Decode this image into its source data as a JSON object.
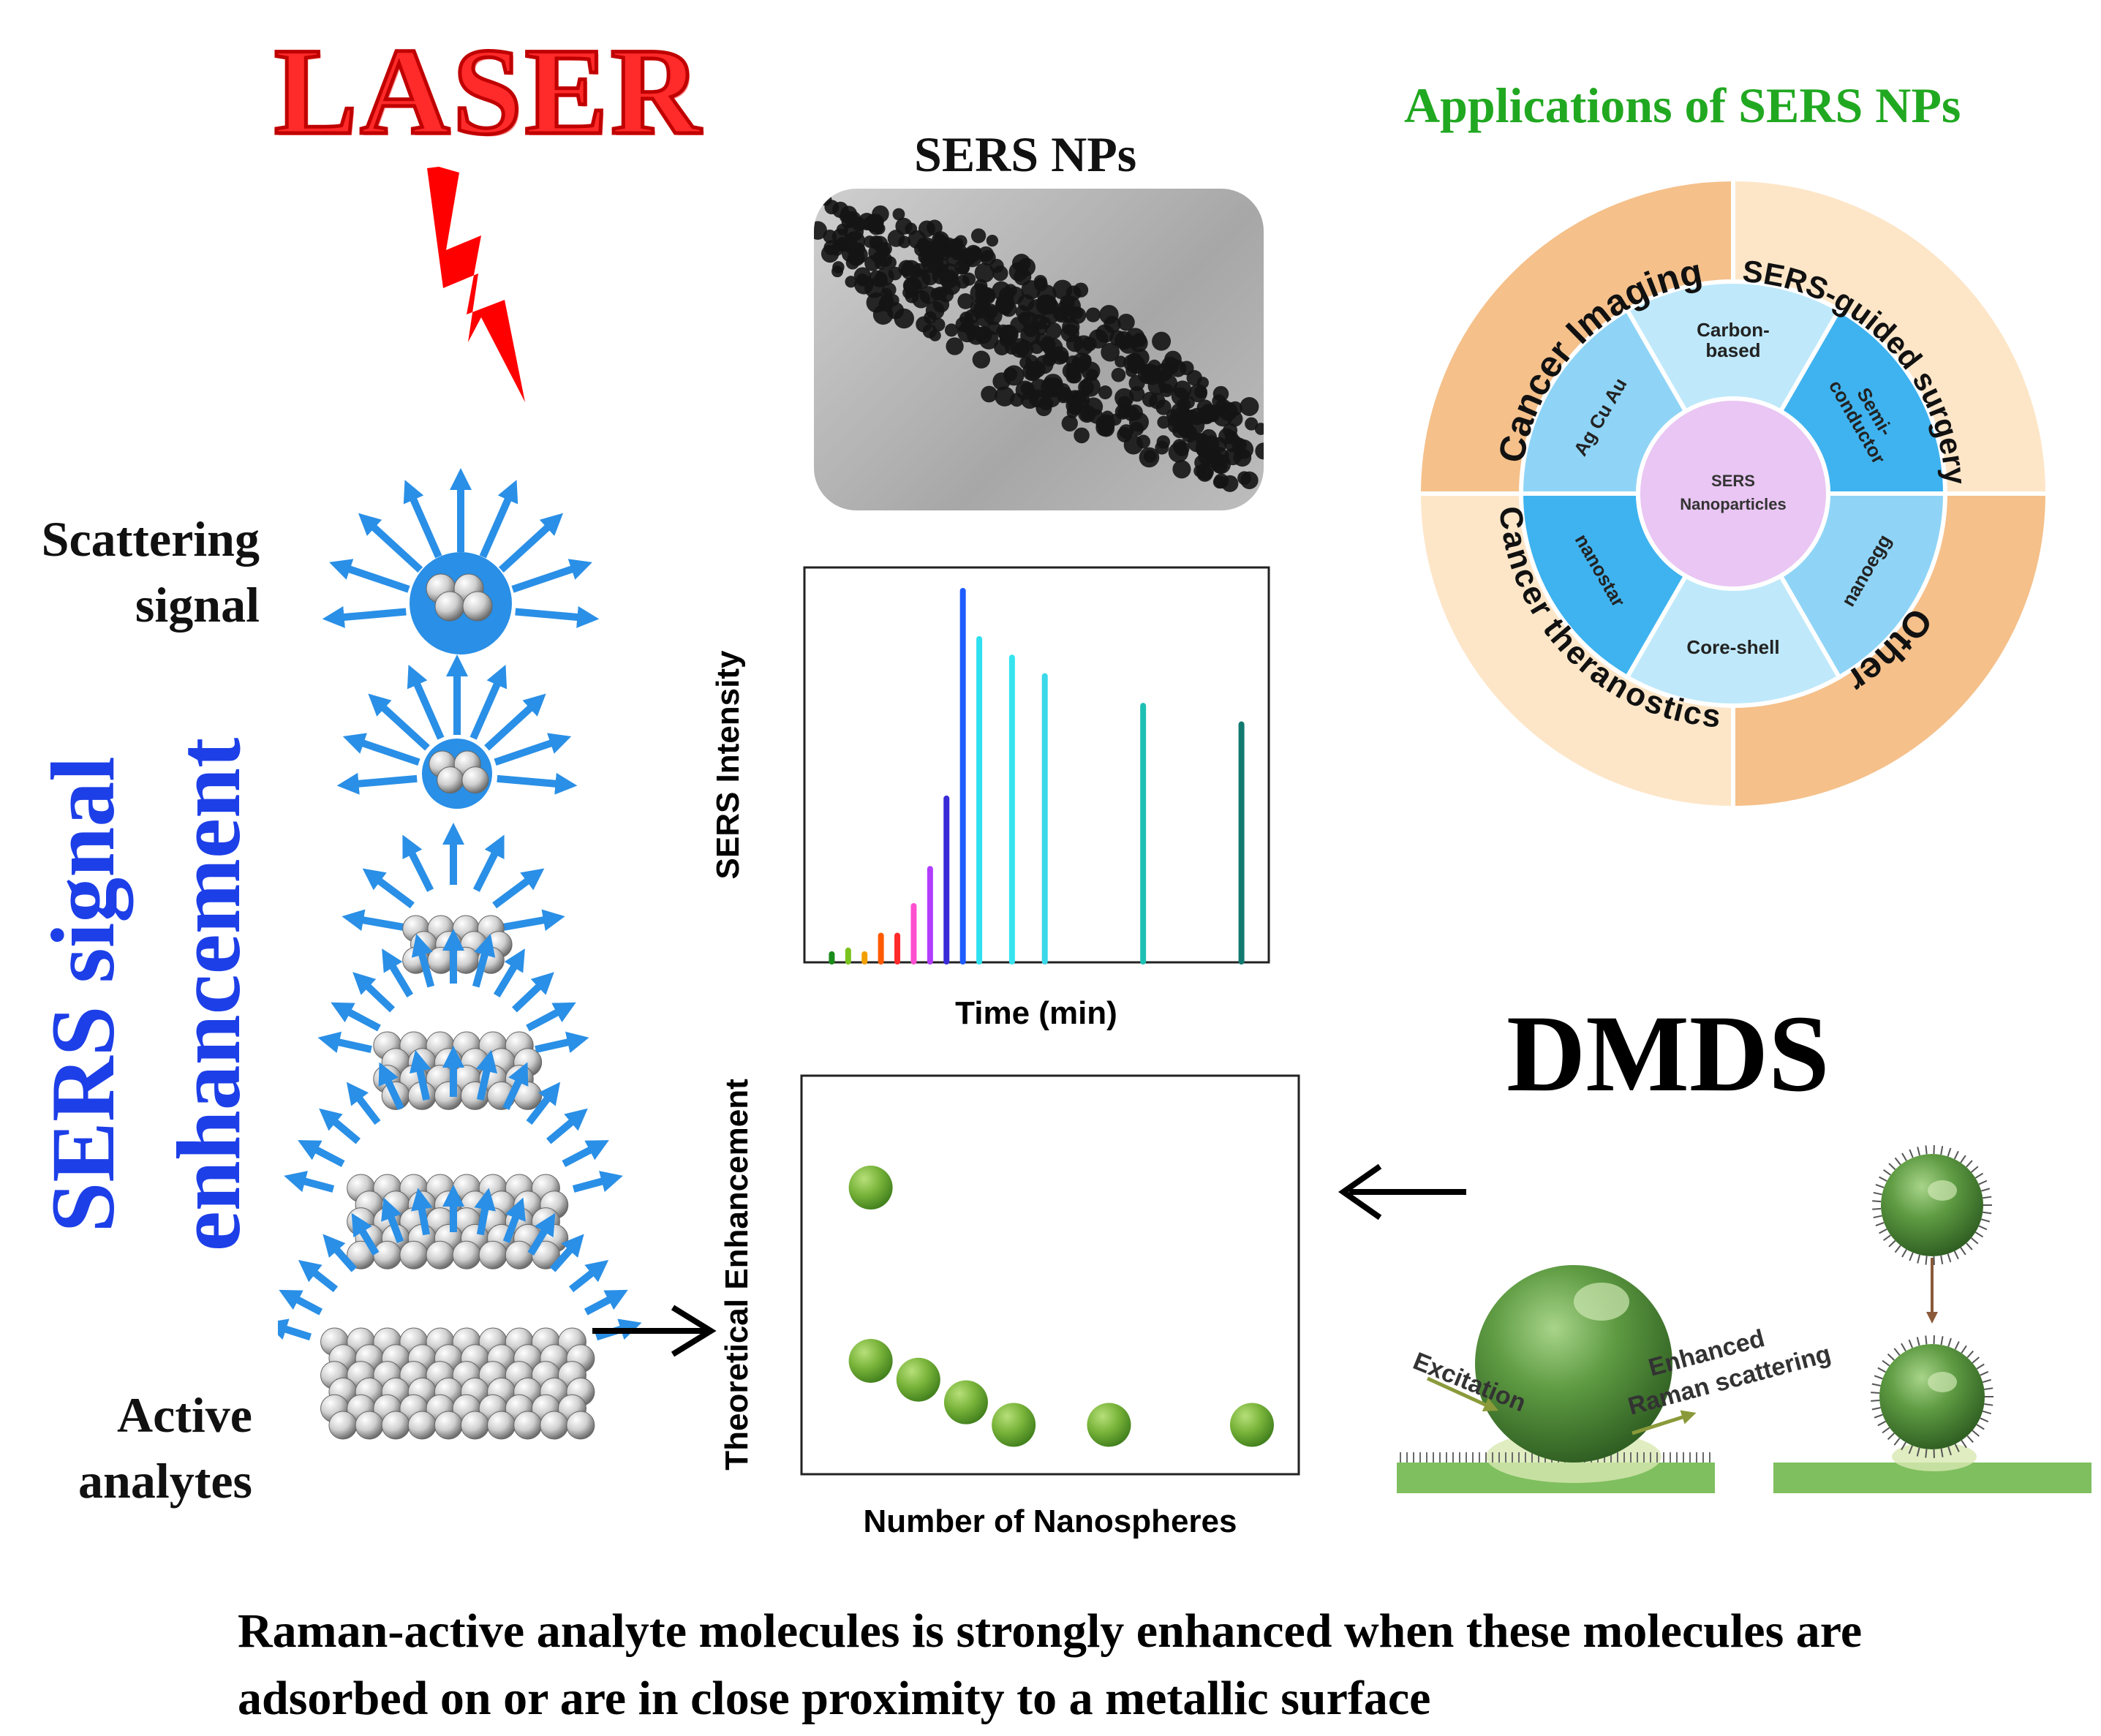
{
  "laser_title": "LASER",
  "vertical_title_line1": "SERS signal",
  "vertical_title_line2": "enhancement",
  "scattering_label_line1": "Scattering",
  "scattering_label_line2": "signal",
  "active_label_line1": "Active",
  "active_label_line2": "analytes",
  "sers_nps_label": "SERS NPs",
  "applications_title": "Applications of SERS NPs",
  "wheel": {
    "outer": [
      "Cancer Imaging",
      "SERS-guided surgery",
      "Other",
      "Cancer theranostics"
    ],
    "inner": [
      "Carbon-",
      "based",
      "Semi-",
      "conductor",
      "nanoegg",
      "Core-shell",
      "nanostar",
      "Ag Cu Au"
    ],
    "center_line1": "SERS",
    "center_line2": "Nanoparticles",
    "colors": {
      "outer_dark": "#f5c08a",
      "outer_light": "#fde6c8",
      "inner_dark": "#3fb3ef",
      "inner_light": "#bfe9fb",
      "center": "#e9c6f3"
    }
  },
  "dmds_label": "DMDS",
  "excitation_label": "Excitation",
  "enhanced_label_line1": "Enhanced",
  "enhanced_label_line2": "Raman scattering",
  "caption_line1": "Raman-active analyte molecules is strongly enhanced when these molecules are",
  "caption_line2": "adsorbed on or are in close proximity to a metallic surface",
  "chart_data": [
    {
      "type": "bar",
      "xlabel": "Time (min)",
      "ylabel": "SERS Intensity",
      "x": [
        1,
        2,
        3,
        4,
        5,
        6,
        7,
        8,
        9,
        10,
        12,
        14,
        20,
        26
      ],
      "values": [
        2,
        3,
        2,
        7,
        7,
        15,
        25,
        44,
        100,
        87,
        82,
        77,
        69,
        64
      ],
      "colors": [
        "#1a8c1a",
        "#7ac31f",
        "#f2a000",
        "#ff5a00",
        "#ff2a2a",
        "#ff4fd0",
        "#b13cff",
        "#3a2bd8",
        "#1d5cff",
        "#2fe0f0",
        "#36e4f0",
        "#3ad8e8",
        "#1fc0b4",
        "#137a70"
      ]
    },
    {
      "type": "scatter",
      "xlabel": "Number of Nanospheres",
      "ylabel": "Theoretical Enhancement",
      "x": [
        1,
        1,
        2,
        3,
        4,
        6,
        9
      ],
      "y": [
        73,
        27,
        22,
        16,
        10,
        10,
        10
      ]
    }
  ]
}
